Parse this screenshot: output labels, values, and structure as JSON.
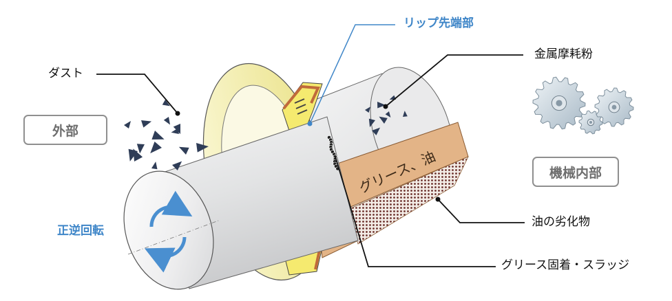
{
  "labels": {
    "lip_tip": "リップ先端部",
    "dust": "ダスト",
    "outside": "外部",
    "metal_wear": "金属摩耗粉",
    "machine_inside": "機械内部",
    "grease_oil": "グリース、油",
    "oil_degradation": "油の劣化物",
    "rotation": "正逆回転",
    "grease_sludge": "グリース固着・スラッジ"
  },
  "colors": {
    "accent_blue": "#3f86c8",
    "grease_orange": "#e3b487",
    "seal_yellow": "#f5f0b4",
    "shaft_gray": "#d9dadb",
    "gear_blue": "#c7d3dc"
  },
  "icons": [
    "rotation-arrow-icon",
    "gear-icon",
    "dust-particles",
    "oil-degradation-dots"
  ]
}
